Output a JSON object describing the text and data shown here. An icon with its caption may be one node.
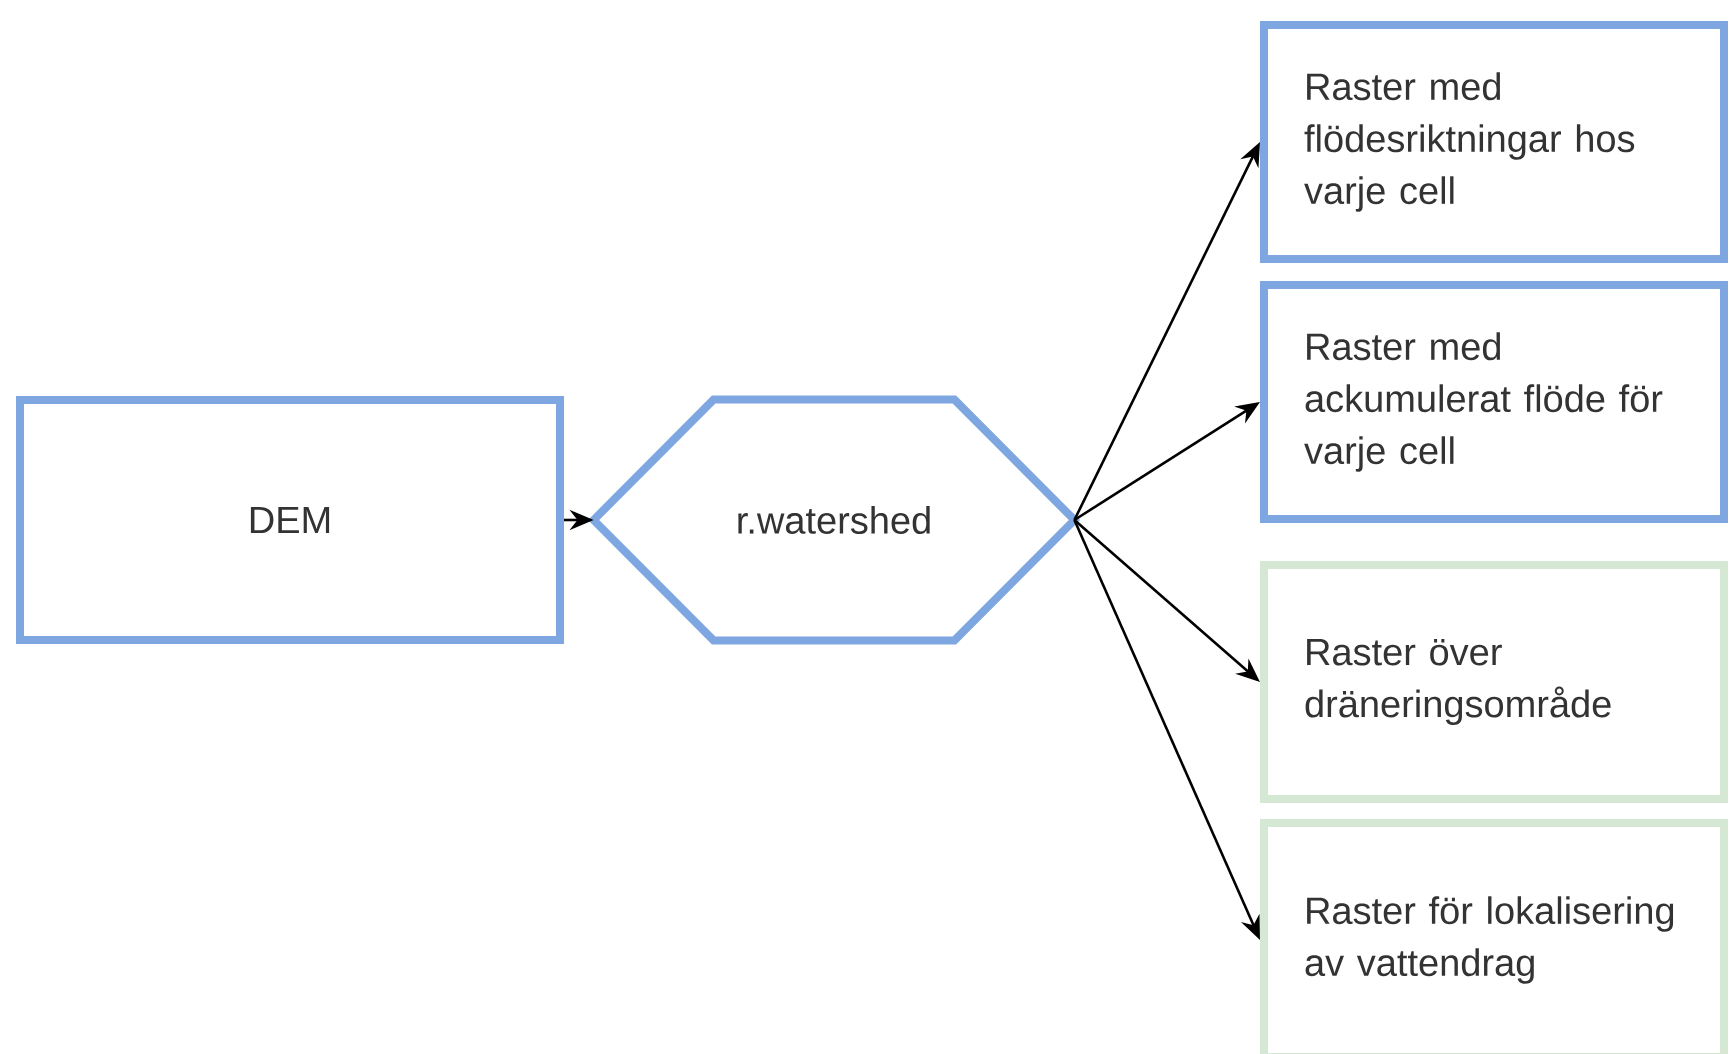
{
  "diagram": {
    "nodes": [
      {
        "text": [
          "DEM"
        ]
      },
      {
        "text": [
          "r.watershed"
        ]
      },
      {
        "text": [
          "Raster med flödesriktningar hos varje cell"
        ]
      },
      {
        "text": [
          "Raster med ackumulerat flöde för varje cell"
        ]
      },
      {
        "text": [
          "Raster över dräneringsområde"
        ]
      },
      {
        "text": [
          "Raster för lokalisering av vattendrag"
        ]
      }
    ],
    "edges": [
      {
        "from": 0,
        "to": 1,
        "arrow": "to"
      },
      {
        "from": 1,
        "to": 2,
        "arrow": "to"
      },
      {
        "from": 1,
        "to": 3,
        "arrow": "to"
      },
      {
        "from": 1,
        "to": 4,
        "arrow": "to"
      },
      {
        "from": 1,
        "to": 5,
        "arrow": "to"
      }
    ]
  }
}
